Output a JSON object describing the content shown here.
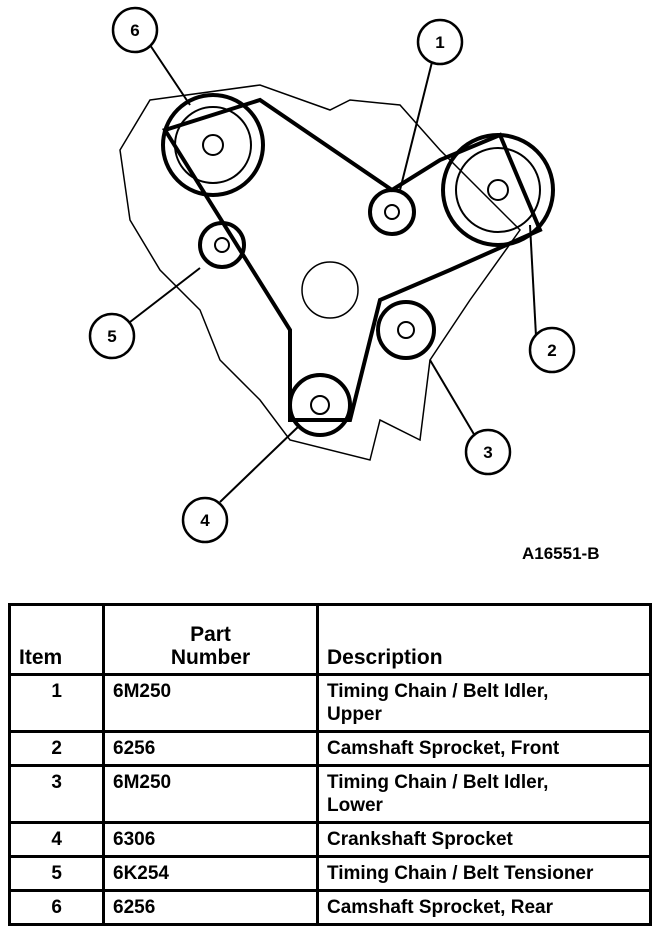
{
  "figure_id": "A16551-B",
  "callouts": [
    "1",
    "2",
    "3",
    "4",
    "5",
    "6"
  ],
  "table": {
    "headers": {
      "item": "Item",
      "part_line1": "Part",
      "part_line2": "Number",
      "description": "Description"
    },
    "rows": [
      {
        "item": "1",
        "part": "6M250",
        "desc1": "Timing Chain / Belt Idler,",
        "desc2": "Upper"
      },
      {
        "item": "2",
        "part": "6256",
        "desc1": "Camshaft Sprocket, Front",
        "desc2": ""
      },
      {
        "item": "3",
        "part": "6M250",
        "desc1": "Timing Chain / Belt Idler,",
        "desc2": "Lower"
      },
      {
        "item": "4",
        "part": "6306",
        "desc1": "Crankshaft Sprocket",
        "desc2": ""
      },
      {
        "item": "5",
        "part": "6K254",
        "desc1": "Timing Chain / Belt Tensioner",
        "desc2": ""
      },
      {
        "item": "6",
        "part": "6256",
        "desc1": "Camshaft Sprocket, Rear",
        "desc2": ""
      }
    ]
  }
}
